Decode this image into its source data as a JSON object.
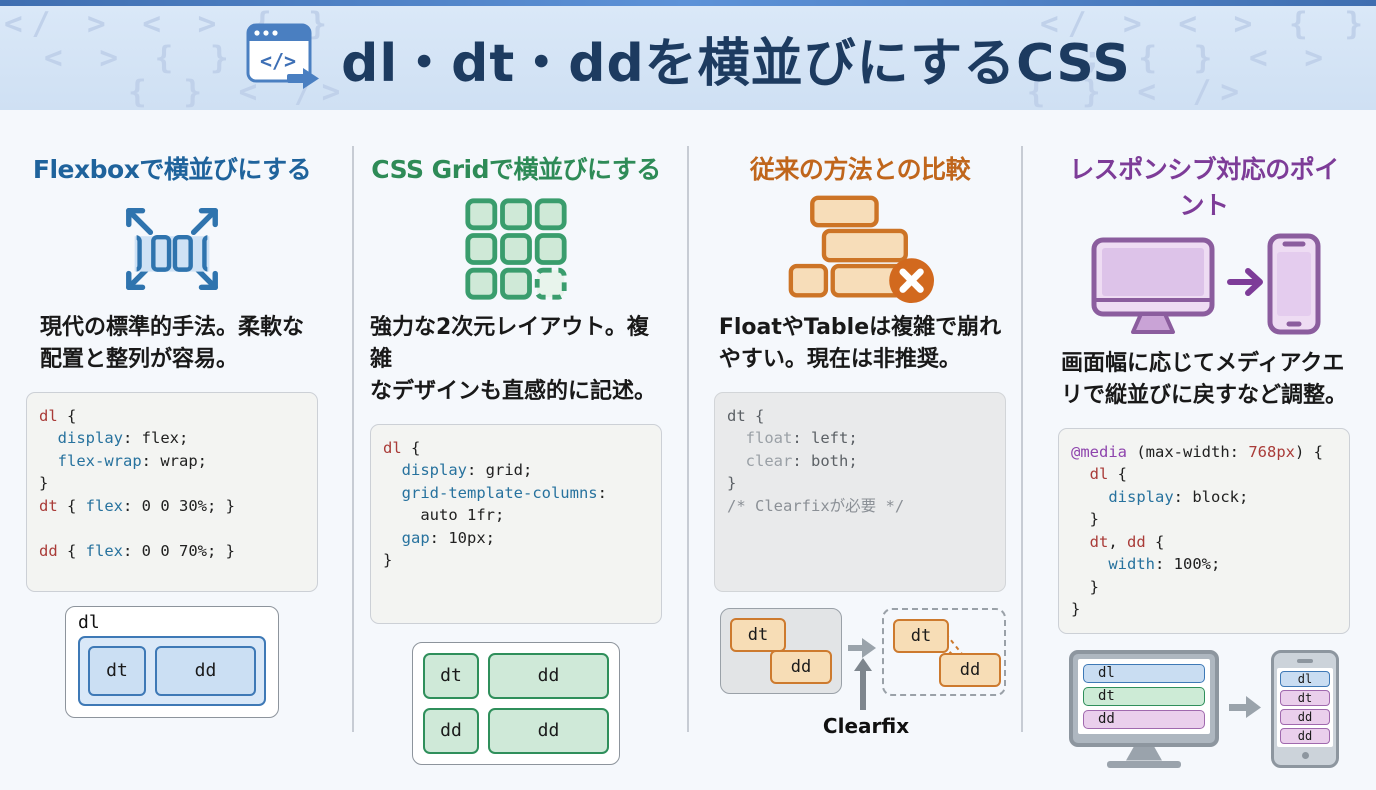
{
  "header": {
    "title": "dl・dt・ddを横並びにするCSS",
    "icon": "code-window-icon",
    "icon_glyph": "</>",
    "watermarks": {
      "l1": "</ > < > { }",
      "l2": "< > { } ;",
      "l3": "{ } < />",
      "r1": "</ > < > { }",
      "r2": "; { } < >",
      "r3": "{ } < />"
    }
  },
  "colors": {
    "topbar": "#4a7fc4",
    "header_band": "#d6e4f5",
    "flexbox_accent": "#1f639c",
    "grid_accent": "#2e8b57",
    "legacy_accent": "#c0661c",
    "responsive_accent": "#7d3c98",
    "code_selector": "#a93b38",
    "code_property": "#27729e",
    "code_at_rule": "#8e44ad"
  },
  "columns": [
    {
      "heading": "Flexboxで横並びにする",
      "icon": "flexbox-expand-arrows-icon",
      "desc_line1": "現代の標準的手法。柔軟な",
      "desc_line2": "配置と整列が容易。",
      "code": [
        [
          [
            "sel",
            "dl"
          ],
          [
            "pln",
            " {"
          ]
        ],
        [
          [
            "pln",
            "  "
          ],
          [
            "prop",
            "display"
          ],
          [
            "pln",
            ": flex;"
          ]
        ],
        [
          [
            "pln",
            "  "
          ],
          [
            "prop",
            "flex-wrap"
          ],
          [
            "pln",
            ": wrap;"
          ]
        ],
        [
          [
            "pln",
            "}"
          ]
        ],
        [
          [
            "sel",
            "dt"
          ],
          [
            "pln",
            " { "
          ],
          [
            "prop",
            "flex"
          ],
          [
            "pln",
            ": 0 0 30%; }"
          ]
        ],
        [],
        [
          [
            "sel",
            "dd"
          ],
          [
            "pln",
            " { "
          ],
          [
            "prop",
            "flex"
          ],
          [
            "pln",
            ": 0 0 70%; }"
          ]
        ]
      ],
      "diagram": {
        "container": "dl",
        "dt": "dt",
        "dd": "dd"
      }
    },
    {
      "heading": "CSS Gridで横並びにする",
      "icon": "grid-3x3-icon",
      "desc_line1": "強力な2次元レイアウト。複雑",
      "desc_line2": "なデザインも直感的に記述。",
      "code": [
        [
          [
            "sel",
            "dl"
          ],
          [
            "pln",
            " {"
          ]
        ],
        [
          [
            "pln",
            "  "
          ],
          [
            "prop",
            "display"
          ],
          [
            "pln",
            ": grid;"
          ]
        ],
        [
          [
            "pln",
            "  "
          ],
          [
            "prop",
            "grid-template-columns"
          ],
          [
            "pln",
            ":"
          ]
        ],
        [
          [
            "pln",
            "    auto 1fr;"
          ]
        ],
        [
          [
            "pln",
            "  "
          ],
          [
            "prop",
            "gap"
          ],
          [
            "pln",
            ": 10px;"
          ]
        ],
        [
          [
            "pln",
            "}"
          ]
        ]
      ],
      "diagram": {
        "r1c1": "dt",
        "r1c2": "dd",
        "r2c1": "dd",
        "r2c2": "dd"
      }
    },
    {
      "heading": "従来の方法との比較",
      "icon": "float-stack-error-icon",
      "desc_line1": "FloatやTableは複雑で崩れ",
      "desc_line2": "やすい。現在は非推奨。",
      "code": [
        [
          [
            "msel",
            "dt {"
          ]
        ],
        [
          [
            "mpln",
            "  "
          ],
          [
            "mprop",
            "float"
          ],
          [
            "mpln",
            ": left;"
          ]
        ],
        [
          [
            "mpln",
            "  "
          ],
          [
            "mprop",
            "clear"
          ],
          [
            "mpln",
            ": both;"
          ]
        ],
        [
          [
            "msel",
            "}"
          ]
        ],
        [
          [
            "cmt",
            "/* Clearfixが必要 */"
          ]
        ]
      ],
      "diagram": {
        "before_dt": "dt",
        "before_dd": "dd",
        "after_dt": "dt",
        "after_dd": "dd",
        "label": "Clearfix"
      }
    },
    {
      "heading": "レスポンシブ対応のポイント",
      "icon": "desktop-to-mobile-icon",
      "desc_line1": "画面幅に応じてメディアクエ",
      "desc_line2": "リで縦並びに戻すなど調整。",
      "code": [
        [
          [
            "at",
            "@media"
          ],
          [
            "pln",
            " (max-width: "
          ],
          [
            "num",
            "768px"
          ],
          [
            "pln",
            ") {"
          ]
        ],
        [
          [
            "pln",
            "  "
          ],
          [
            "sel",
            "dl"
          ],
          [
            "pln",
            " {"
          ]
        ],
        [
          [
            "pln",
            "    "
          ],
          [
            "prop",
            "display"
          ],
          [
            "pln",
            ": block;"
          ]
        ],
        [
          [
            "pln",
            "  }"
          ]
        ],
        [
          [
            "pln",
            "  "
          ],
          [
            "sel",
            "dt"
          ],
          [
            "pln",
            ", "
          ],
          [
            "sel",
            "dd"
          ],
          [
            "pln",
            " {"
          ]
        ],
        [
          [
            "pln",
            "    "
          ],
          [
            "prop",
            "width"
          ],
          [
            "pln",
            ": 100%;"
          ]
        ],
        [
          [
            "pln",
            "  }"
          ]
        ],
        [
          [
            "pln",
            "}"
          ]
        ]
      ],
      "diagram": {
        "desktop": [
          "dl",
          "dt",
          "dd"
        ],
        "phone": [
          "dl",
          "dt",
          "dd",
          "dd"
        ]
      }
    }
  ]
}
